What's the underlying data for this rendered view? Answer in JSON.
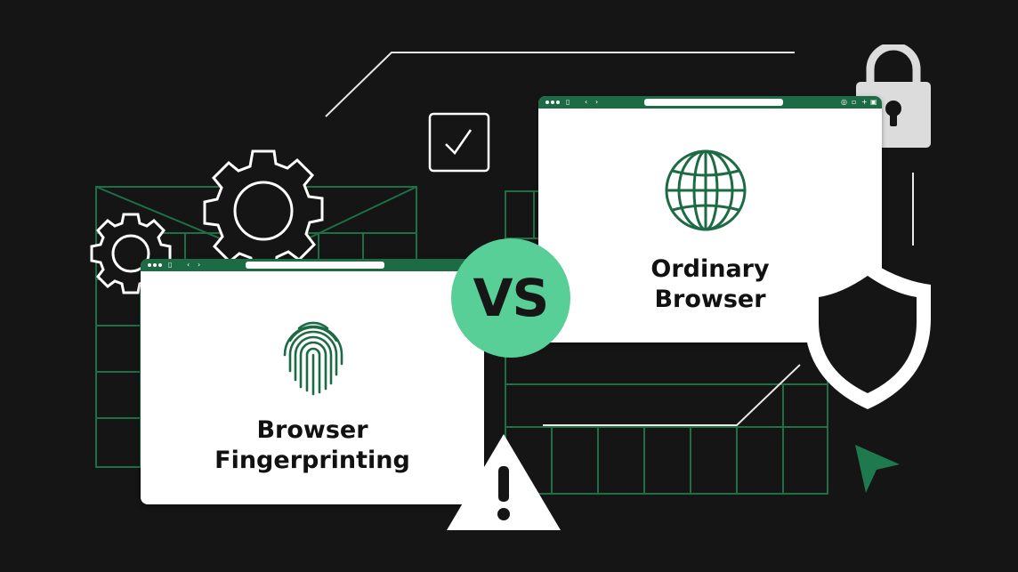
{
  "left_window": {
    "title_line1": "Browser",
    "title_line2": "Fingerprinting",
    "icon": "fingerprint-icon"
  },
  "right_window": {
    "title_line1": "Ordinary",
    "title_line2": "Browser",
    "icon": "globe-icon"
  },
  "vs_label": "VS",
  "decorations": [
    "gear-icon",
    "checkbox-icon",
    "padlock-icon",
    "shield-icon",
    "warning-icon",
    "cursor-icon"
  ],
  "colors": {
    "background": "#151515",
    "accent_green": "#1d6b45",
    "vs_circle": "#57cf97",
    "window_bg": "#ffffff"
  }
}
